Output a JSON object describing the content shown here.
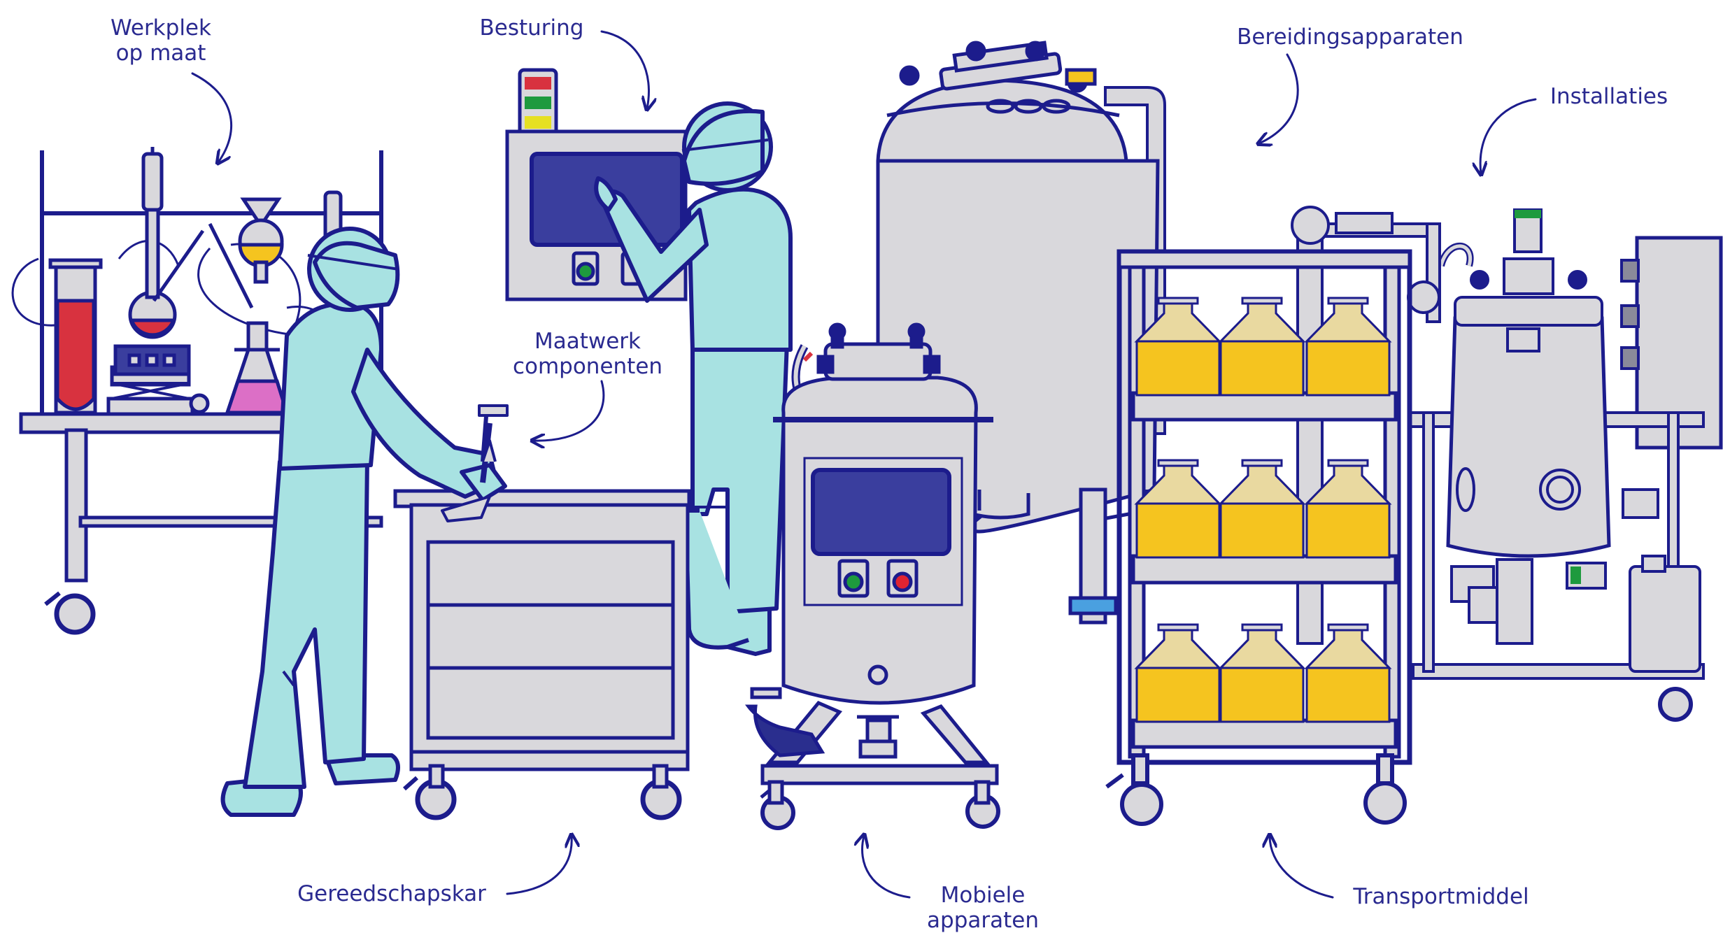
{
  "labels": {
    "werkplek_l1": "Werkplek",
    "werkplek_l2": "op maat",
    "besturing": "Besturing",
    "bereidingsapparaten": "Bereidingsapparaten",
    "installaties": "Installaties",
    "maatwerk_l1": "Maatwerk",
    "maatwerk_l2": "componenten",
    "gereedschapskar": "Gereedschapskar",
    "mobiele_l1": "Mobiele",
    "mobiele_l2": "apparaten",
    "transportmiddel": "Transportmiddel"
  },
  "colors": {
    "navy": "#1c1c8c",
    "steel": "#d9d8dc",
    "person": "#a8e2e2",
    "screen": "#3a3e9e",
    "yellow": "#f5c41f",
    "red_liquid": "#d8323f",
    "pink_liquid": "#dc6fc6",
    "green_button": "#1e9a3e",
    "red_button": "#e02432",
    "label_text": "#2a2a90"
  }
}
